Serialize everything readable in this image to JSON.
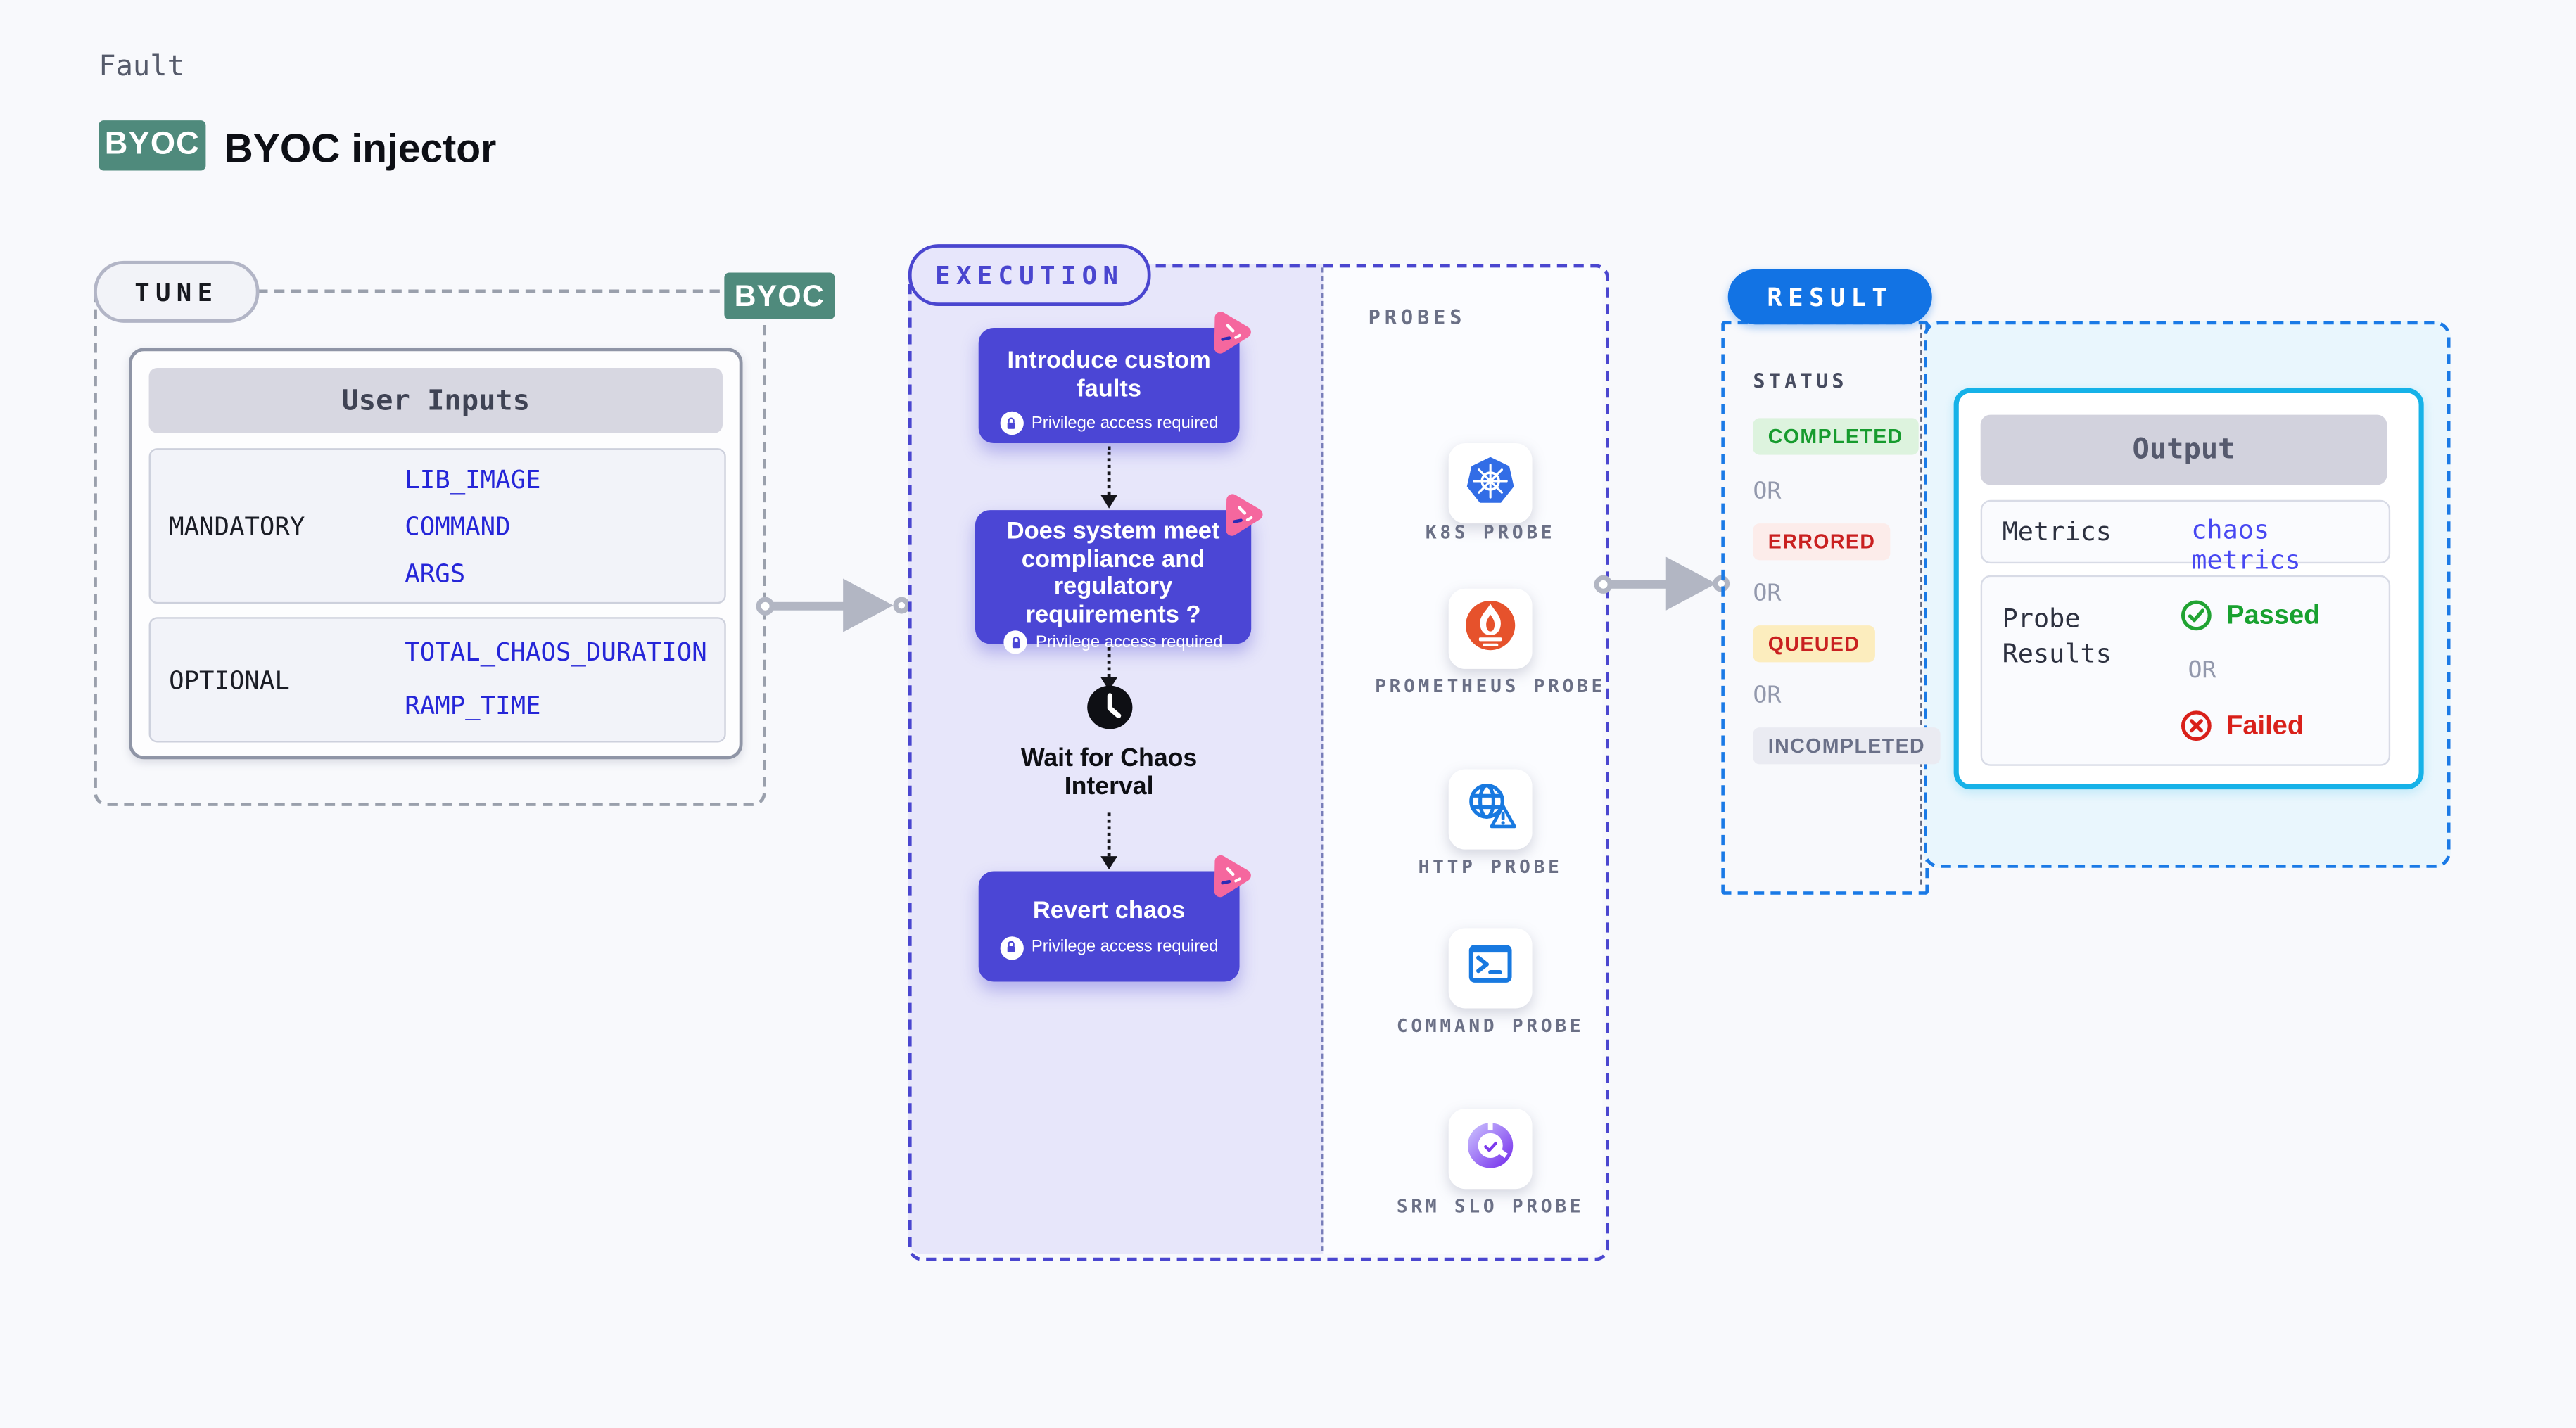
{
  "page": {
    "kicker": "Fault",
    "byoc_badge": "BYOC",
    "title": "BYOC injector"
  },
  "tune": {
    "label": "TUNE",
    "byoc_tag": "BYOC",
    "table": {
      "header": "User Inputs",
      "rows": [
        {
          "label": "MANDATORY",
          "values": [
            "LIB_IMAGE",
            "COMMAND",
            "ARGS"
          ]
        },
        {
          "label": "OPTIONAL",
          "values": [
            "TOTAL_CHAOS_DURATION",
            "RAMP_TIME"
          ]
        }
      ]
    }
  },
  "execution": {
    "label": "EXECUTION",
    "steps": [
      {
        "title": "Introduce custom faults",
        "note": "Privilege access required",
        "icon": "litmus-chaos-icon"
      },
      {
        "title": "Does system meet compliance and regulatory requirements ?",
        "note": "Privilege access required",
        "icon": "litmus-chaos-icon"
      },
      {
        "title": "Wait for Chaos Interval",
        "icon": "clock-icon"
      },
      {
        "title": "Revert chaos",
        "note": "Privilege access required",
        "icon": "litmus-chaos-icon"
      }
    ]
  },
  "probes": {
    "label": "PROBES",
    "items": [
      {
        "name": "K8S PROBE",
        "icon": "kubernetes-icon"
      },
      {
        "name": "PROMETHEUS PROBE",
        "icon": "prometheus-icon"
      },
      {
        "name": "HTTP PROBE",
        "icon": "globe-warning-icon"
      },
      {
        "name": "COMMAND PROBE",
        "icon": "terminal-icon"
      },
      {
        "name": "SRM SLO PROBE",
        "icon": "donut-check-icon"
      }
    ]
  },
  "result": {
    "label": "RESULT",
    "status_label": "STATUS",
    "or_label": "OR",
    "statuses": [
      {
        "text": "COMPLETED",
        "type": "success"
      },
      {
        "text": "ERRORED",
        "type": "error"
      },
      {
        "text": "QUEUED",
        "type": "warning"
      },
      {
        "text": "INCOMPLETED",
        "type": "neutral"
      }
    ],
    "output": {
      "header": "Output",
      "metrics_label": "Metrics",
      "metrics_value": "chaos metrics",
      "probe_results_label": "Probe Results",
      "passed": "Passed",
      "failed": "Failed",
      "passed_icon": "check-circle-icon",
      "failed_icon": "x-circle-icon"
    }
  },
  "colors": {
    "page_bg": "#f8f9fc",
    "teal_badge": "#4f8a7c",
    "indigo": "#4a46cf",
    "step_purple": "#4b46d5",
    "lavender": "#e7e6fa",
    "pink_deco": "#f5679e",
    "result_blue": "#1273e4",
    "output_border_cyan": "#16b2e8",
    "value_blue": "#2525d8",
    "success_green": "#179b2e",
    "error_red": "#c92020",
    "passed_green": "#18a12f",
    "failed_red": "#d9201a"
  }
}
